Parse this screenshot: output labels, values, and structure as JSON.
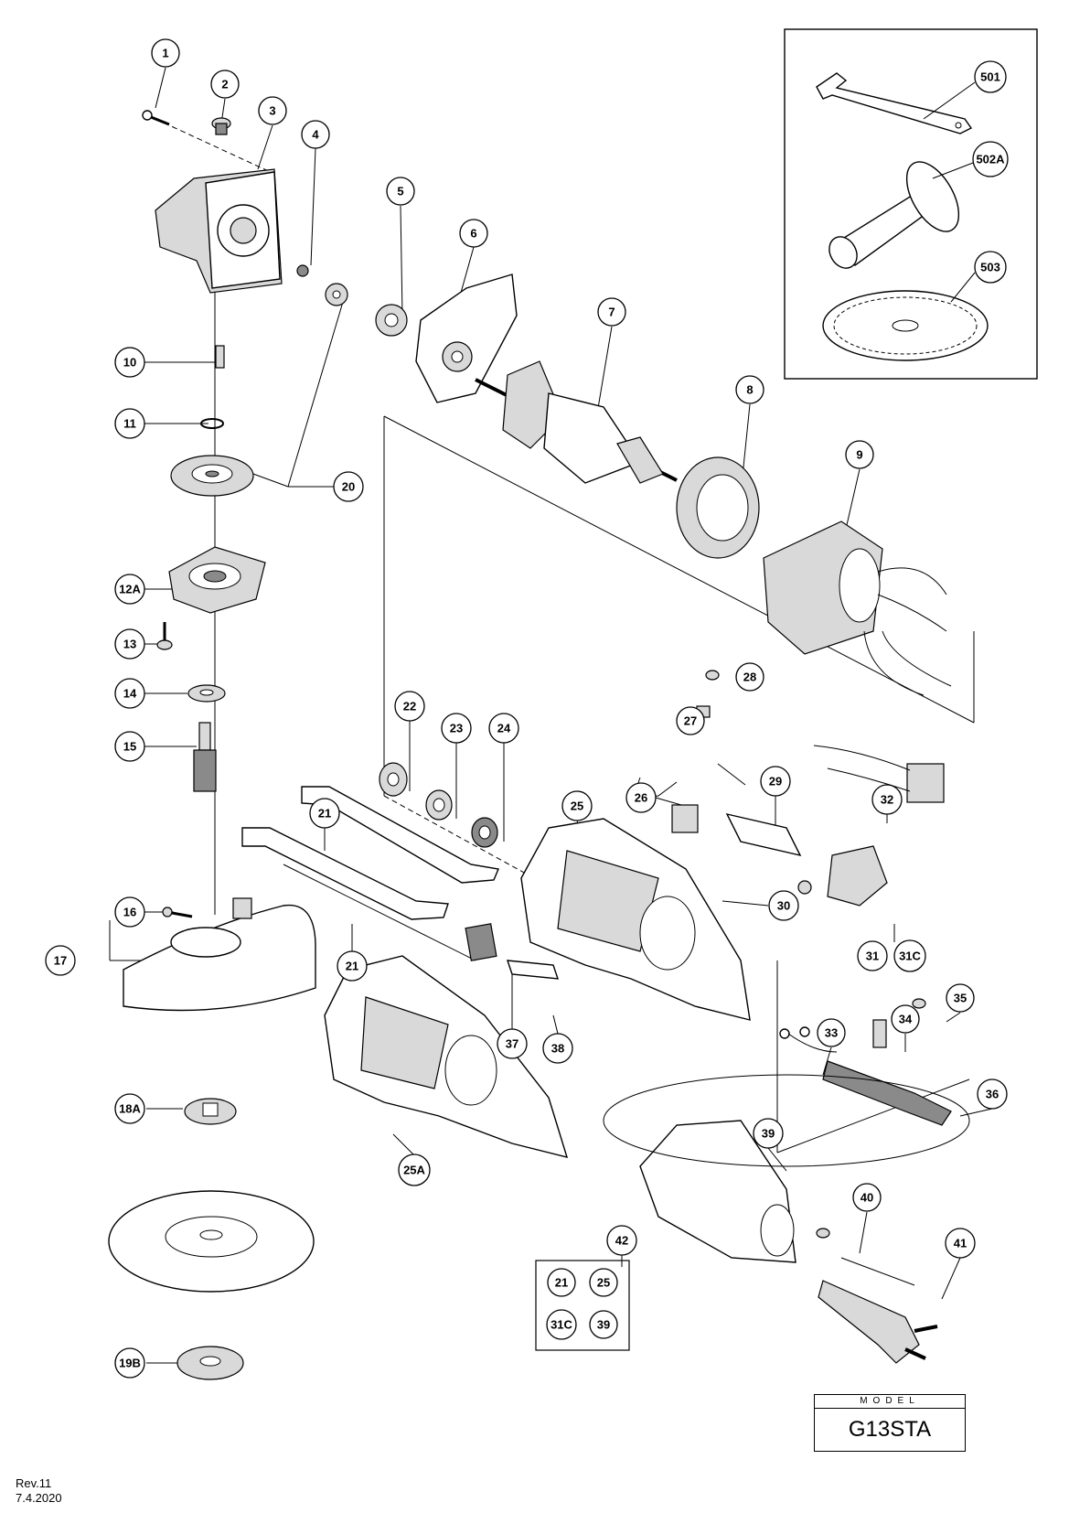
{
  "callouts": {
    "p1": "1",
    "p2": "2",
    "p3": "3",
    "p4": "4",
    "p5": "5",
    "p6": "6",
    "p7": "7",
    "p8": "8",
    "p9": "9",
    "p10": "10",
    "p11": "11",
    "p12A": "12A",
    "p13": "13",
    "p14": "14",
    "p15": "15",
    "p16": "16",
    "p17": "17",
    "p18A": "18A",
    "p19B": "19B",
    "p20": "20",
    "p21a": "21",
    "p21b": "21",
    "p22": "22",
    "p23": "23",
    "p24": "24",
    "p25": "25",
    "p25A": "25A",
    "p26": "26",
    "p27": "27",
    "p28": "28",
    "p29": "29",
    "p30": "30",
    "p31": "31",
    "p31C": "31C",
    "p32": "32",
    "p33": "33",
    "p34": "34",
    "p35": "35",
    "p36": "36",
    "p37": "37",
    "p38": "38",
    "p39": "39",
    "p40": "40",
    "p41": "41",
    "p42": "42",
    "p501": "501",
    "p502A": "502A",
    "p503": "503"
  },
  "kit": {
    "k21": "21",
    "k25": "25",
    "k31C": "31C",
    "k39": "39"
  },
  "model": {
    "label": "MODEL",
    "name": "G13STA"
  },
  "revision": {
    "rev": "Rev.11",
    "date": "7.4.2020"
  }
}
